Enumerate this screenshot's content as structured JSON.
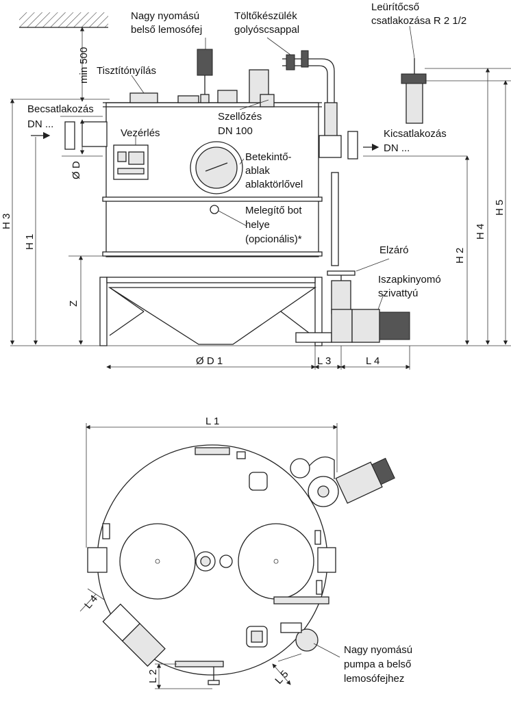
{
  "side_view": {
    "labels": {
      "cleaning_head": [
        "Nagy nyomású",
        "belső lemosófej"
      ],
      "filling_device": [
        "Töltőkészülék",
        "golyóscsappal"
      ],
      "drain_pipe": [
        "Leürítőcső",
        "csatlakozása R 2 1/2"
      ],
      "cleaning_opening": "Tisztítónyílás",
      "inlet": [
        "Becsatlakozás",
        "DN ..."
      ],
      "ventilation": [
        "Szellőzés",
        "DN 100"
      ],
      "control": "Vezérlés",
      "outlet": [
        "Kicsatlakozás",
        "DN ..."
      ],
      "sight_glass": [
        "Betekintő-",
        "ablak",
        "ablaktörlővel"
      ],
      "heater": [
        "Melegítő bot",
        "helye",
        "(opcionális)*"
      ],
      "shutoff": "Elzáró",
      "sludge_pump": [
        "Iszapkinyomó",
        "szivattyú"
      ]
    },
    "dimensions": {
      "min500": "min 500",
      "od": "Ø D",
      "h1": "H 1",
      "h2": "H 2",
      "h3": "H 3",
      "h4": "H 4",
      "h5": "H 5",
      "z": "Z",
      "od1": "Ø D 1",
      "l3": "L 3",
      "l4": "L 4"
    }
  },
  "top_view": {
    "labels": {
      "hp_pump": [
        "Nagy nyomású",
        "pumpa a belső",
        "lemosófejhez"
      ]
    },
    "dimensions": {
      "l1": "L 1",
      "l4": "L 4",
      "l2": "L 2",
      "l5": "L 5"
    }
  }
}
